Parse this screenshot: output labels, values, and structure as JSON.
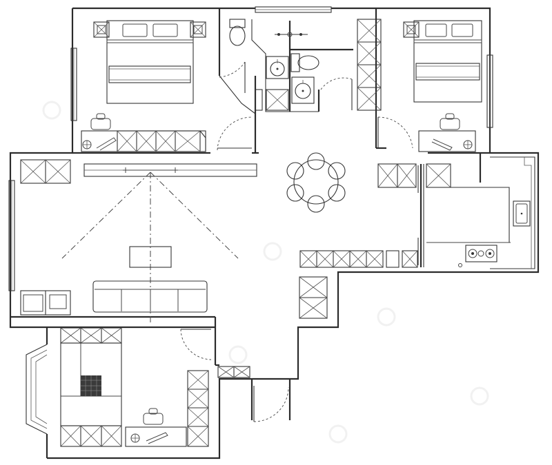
{
  "plan": {
    "cabinet_counts": {
      "bedroom_a_desk_cabinet": 5,
      "bedroom_b_wardrobe": 4,
      "kitchen_top_cabinets": 2,
      "kitchen_counter": 5,
      "hall_cabinet": 3,
      "entry_cabinet": 2,
      "study_top_cabinet": 3,
      "study_bottom_cabinet": 3,
      "study_side_cabinet": 4
    },
    "dining_chairs": 6,
    "sofa_seats": 4,
    "stove_burners": 3,
    "colors": {
      "line": "#2b2b2b",
      "rug": "#3a3a3a",
      "background": "#ffffff"
    },
    "icons": [
      "double-bed-icon",
      "dining-table-icon",
      "sofa-icon",
      "toilet-icon",
      "washbasin-icon",
      "kitchen-sink-icon",
      "stove-icon",
      "desk-chair-icon",
      "door-swing-icon"
    ]
  }
}
